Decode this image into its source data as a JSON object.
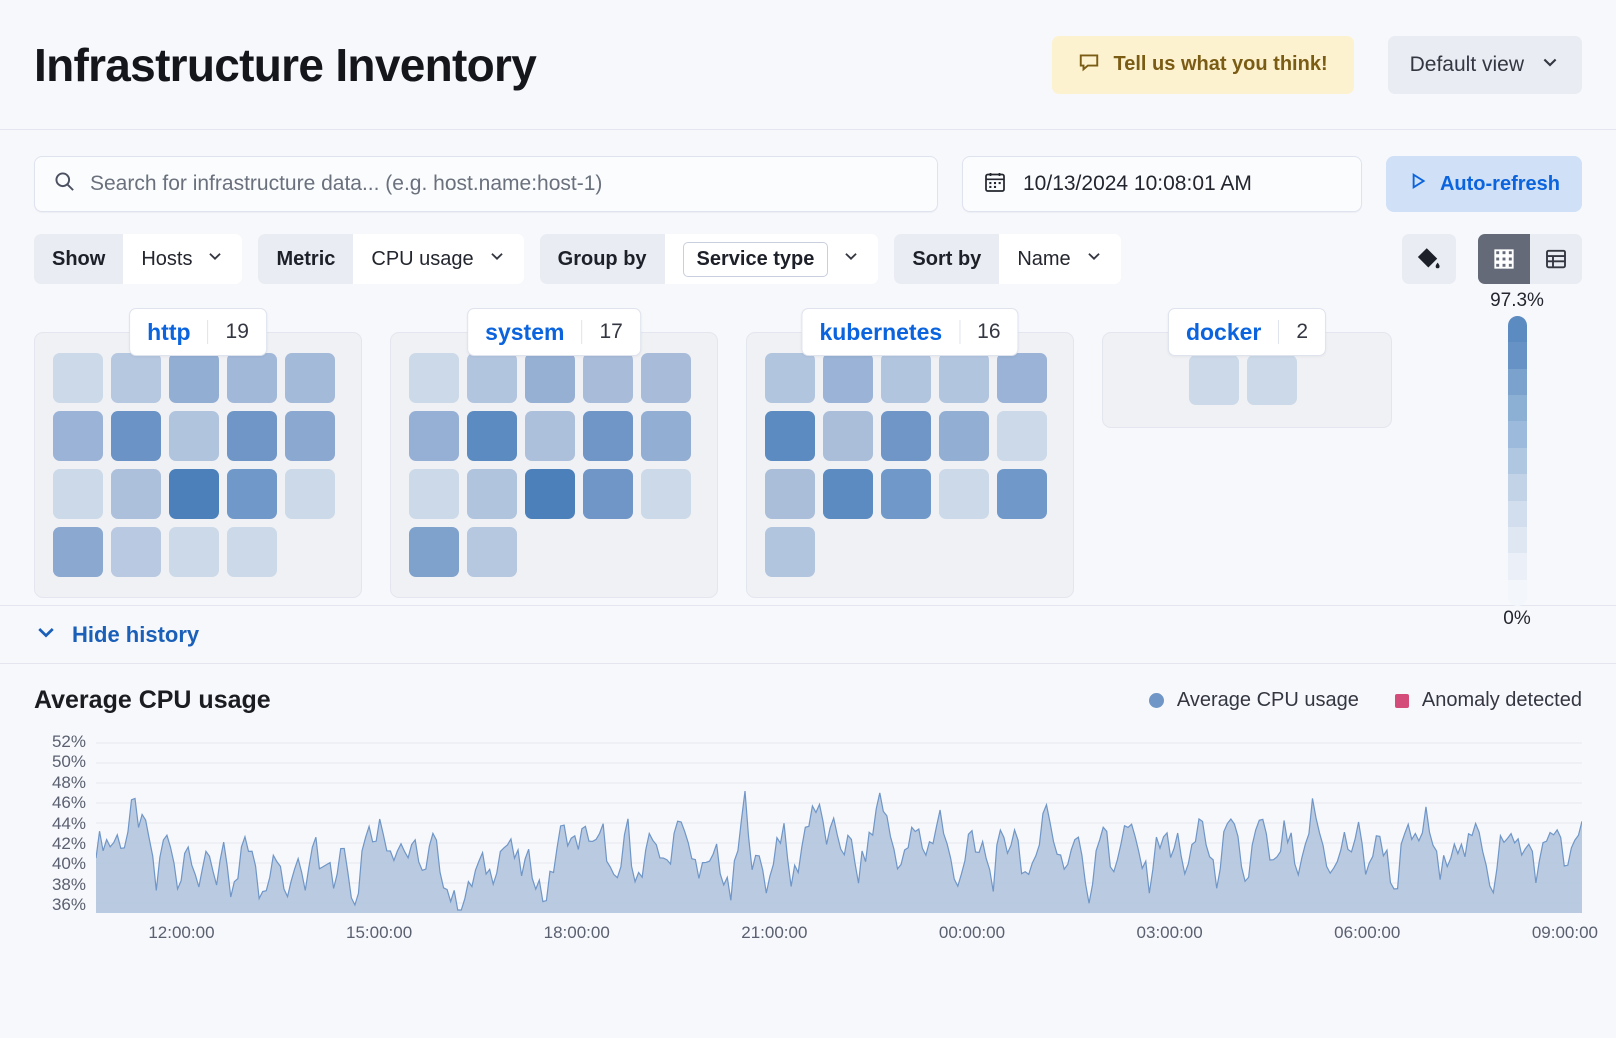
{
  "header": {
    "title": "Infrastructure Inventory",
    "feedback_label": "Tell us what you think!",
    "feedback_icon": "comment-icon",
    "view_label": "Default view",
    "view_icon": "chevron-down-icon"
  },
  "query": {
    "search_placeholder": "Search for infrastructure data... (e.g. host.name:host-1)",
    "search_value": "",
    "search_icon": "search-icon",
    "date_value": "10/13/2024 10:08:01 AM",
    "calendar_icon": "calendar-icon",
    "refresh_label": "Auto-refresh",
    "refresh_icon": "play-icon"
  },
  "filters": [
    {
      "label": "Show",
      "value": "Hosts",
      "pill": false
    },
    {
      "label": "Metric",
      "value": "CPU usage",
      "pill": false
    },
    {
      "label": "Group by",
      "value": "Service type",
      "pill": true
    },
    {
      "label": "Sort by",
      "value": "Name",
      "pill": false
    }
  ],
  "toolbar": {
    "fill_icon": "paint-bucket-icon",
    "map_view_icon": "grid-view-icon",
    "table_view_icon": "table-view-icon",
    "active_view": "map"
  },
  "waffle": {
    "legend_max": "97.3%",
    "legend_min": "0%",
    "legend_colors": [
      "#5b8bc0",
      "#6692c5",
      "#7ba2cd",
      "#8cafd4",
      "#9cbadb",
      "#b0c7e2",
      "#c2d3e8",
      "#d2deee",
      "#dfe7f3",
      "#eaeff8",
      "#f3f6fb"
    ],
    "groups": [
      {
        "name": "http",
        "count": "19",
        "cells": [
          "#cbd9e9",
          "#b6c7e0",
          "#93aed3",
          "#a2b8d8",
          "#a4bad9",
          "#9ab3d6",
          "#6b93c5",
          "#b0c4de",
          "#6f96c7",
          "#8aa8d0",
          "#cbd9e9",
          "#adc0db",
          "#4c80ba",
          "#7099c9",
          "#cbd9e9",
          "#8aa8d0",
          "#b8c9e1",
          "#cbd9e9",
          "#cbd9e9"
        ]
      },
      {
        "name": "system",
        "count": "17",
        "cells": [
          "#cbd9e9",
          "#b2c5df",
          "#96b0d4",
          "#a8bcda",
          "#a8bcda",
          "#95b0d4",
          "#5b8bc0",
          "#adc0db",
          "#6f96c7",
          "#93aed3",
          "#cbd9e9",
          "#b0c4de",
          "#4c80ba",
          "#6f96c7",
          "#cbd9e9",
          "#7ea2cb",
          "#b6c7e0"
        ]
      },
      {
        "name": "kubernetes",
        "count": "16",
        "cells": [
          "#b2c5df",
          "#9ab3d6",
          "#b2c5df",
          "#b2c5df",
          "#9ab3d6",
          "#5b8bc0",
          "#aabed9",
          "#6f96c7",
          "#93aed3",
          "#cbd9e9",
          "#aabed9",
          "#5b8bc0",
          "#7099c9",
          "#cbd9e9",
          "#7099c9",
          "#b2c5df"
        ]
      },
      {
        "name": "docker",
        "count": "2",
        "cells": [
          "#ccd9e8",
          "#ccd9e8"
        ]
      }
    ]
  },
  "history": {
    "toggle_label": "Hide history",
    "toggle_icon": "chevron-down-icon"
  },
  "chart_data": {
    "type": "area",
    "title": "Average CPU usage",
    "xlabel": "",
    "ylabel": "",
    "ylim": [
      35,
      53
    ],
    "grid": true,
    "legend_position": "top-right",
    "legend": [
      {
        "name": "Average CPU usage",
        "color": "#6f96c7",
        "marker": "circle"
      },
      {
        "name": "Anomaly detected",
        "color": "#d44d7a",
        "marker": "square"
      }
    ],
    "ytick_labels": [
      "52%",
      "50%",
      "48%",
      "46%",
      "44%",
      "42%",
      "40%",
      "38%",
      "36%"
    ],
    "ytick_values": [
      52,
      50,
      48,
      46,
      44,
      42,
      40,
      38,
      36
    ],
    "xtick_labels": [
      "12:00:00",
      "15:00:00",
      "18:00:00",
      "21:00:00",
      "00:00:00",
      "03:00:00",
      "06:00:00",
      "09:00:00"
    ],
    "xtick_positions": [
      0.0575,
      0.1905,
      0.3235,
      0.4565,
      0.5895,
      0.7225,
      0.8555,
      0.9885
    ],
    "series": [
      {
        "name": "Average CPU usage",
        "color": "#6f96c7",
        "fill": "#b3c6de",
        "values": [
          41.8,
          42.4,
          41.9,
          42.6,
          41.8,
          46.2,
          43.6,
          43.4,
          37.0,
          42.8,
          41.4,
          37.3,
          42.0,
          40.9,
          36.9,
          42.0,
          38.1,
          41.3,
          36.6,
          38.2,
          43.0,
          40.4,
          36.4,
          38.6,
          42.2,
          37.4,
          36.6,
          41.4,
          38.0,
          42.8,
          40.5,
          41.0,
          37.5,
          43.2,
          37.5,
          36.8,
          43.5,
          42.9,
          43.8,
          42.2,
          41.2,
          42.1,
          40.3,
          41.9,
          38.0,
          42.6,
          40.2,
          37.4,
          36.1,
          35.9,
          37.3,
          39.5,
          40.0,
          38.6,
          41.0,
          42.0,
          40.8,
          39.3,
          40.2,
          38.5,
          36.3,
          38.5,
          42.8,
          43.2,
          41.8,
          42.6,
          43.0,
          41.6,
          43.1,
          38.4,
          37.2,
          44.6,
          39.5,
          38.0,
          41.7,
          42.6,
          39.4,
          41.1,
          45.5,
          42.0,
          40.0,
          39.6,
          38.9,
          42.0,
          38.2,
          36.6,
          41.5,
          46.8,
          39.4,
          40.3,
          37.2,
          42.1,
          43.5,
          38.0,
          39.8,
          43.4,
          45.8,
          44.8,
          42.0,
          43.6,
          41.4,
          42.2,
          38.4,
          41.0,
          43.1,
          47.2,
          43.8,
          41.0,
          39.6,
          42.5,
          43.2,
          41.0,
          42.4,
          45.1,
          41.4,
          38.2,
          39.4,
          42.8,
          40.5,
          41.8,
          37.6,
          42.2,
          41.2,
          43.8,
          40.0,
          37.4,
          41.3,
          46.6,
          42.8,
          41.0,
          39.4,
          42.6,
          41.1,
          36.2,
          42.0,
          44.2,
          38.6,
          41.7,
          43.8,
          42.4,
          40.2,
          38.0,
          41.6,
          43.2,
          40.4,
          42.8,
          38.5,
          41.4,
          45.2,
          40.6,
          38.2,
          42.1,
          43.6,
          41.8,
          37.4,
          42.0,
          44.4,
          41.0,
          39.0,
          43.2,
          42.0,
          37.8,
          41.5,
          46.0,
          42.4,
          40.0,
          38.8,
          42.6,
          41.2,
          43.4,
          39.6,
          41.0,
          42.8,
          40.2,
          36.8,
          42.0,
          43.0,
          41.4,
          44.8,
          42.2,
          38.4,
          41.0,
          42.6,
          40.8,
          41.9,
          43.5,
          41.2,
          37.0,
          42.4,
          41.6,
          43.0,
          40.4,
          42.2,
          38.6,
          41.8,
          44.0,
          42.0,
          39.2,
          41.5,
          43.8
        ]
      }
    ]
  }
}
